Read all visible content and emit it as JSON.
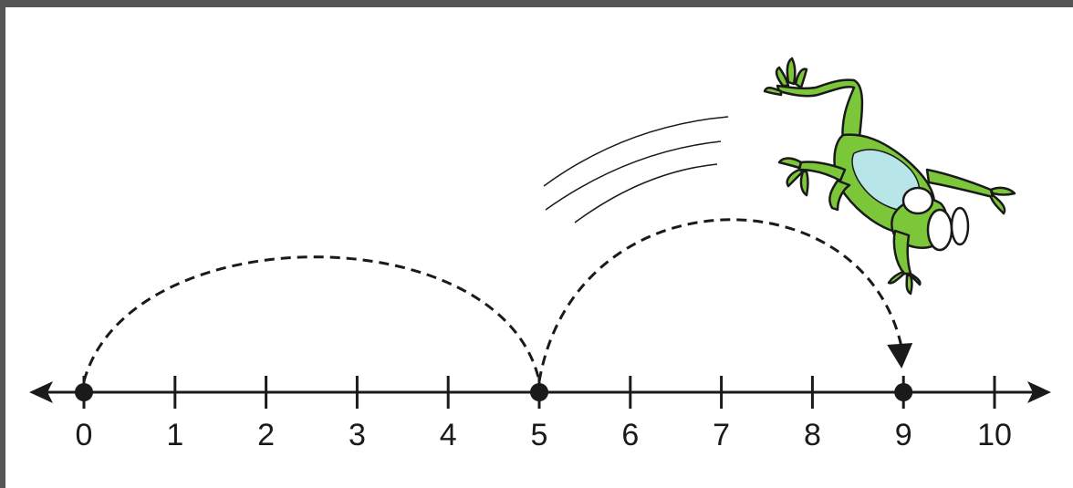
{
  "number_line": {
    "min": 0,
    "max": 10,
    "tick_labels": [
      "0",
      "1",
      "2",
      "3",
      "4",
      "5",
      "6",
      "7",
      "8",
      "9",
      "10"
    ],
    "points": [
      0,
      5,
      9
    ]
  },
  "jumps": [
    {
      "from": 0,
      "to": 5,
      "arrow_at_end": false
    },
    {
      "from": 5,
      "to": 9,
      "arrow_at_end": true
    }
  ],
  "illustration": {
    "subject": "jumping-frog",
    "body_color": "#7cc63a",
    "belly_color": "#b8e6e8",
    "outline_color": "#1a1a1a"
  },
  "colors": {
    "line": "#1a1a1a",
    "background": "#ffffff",
    "frame": "#555555"
  }
}
